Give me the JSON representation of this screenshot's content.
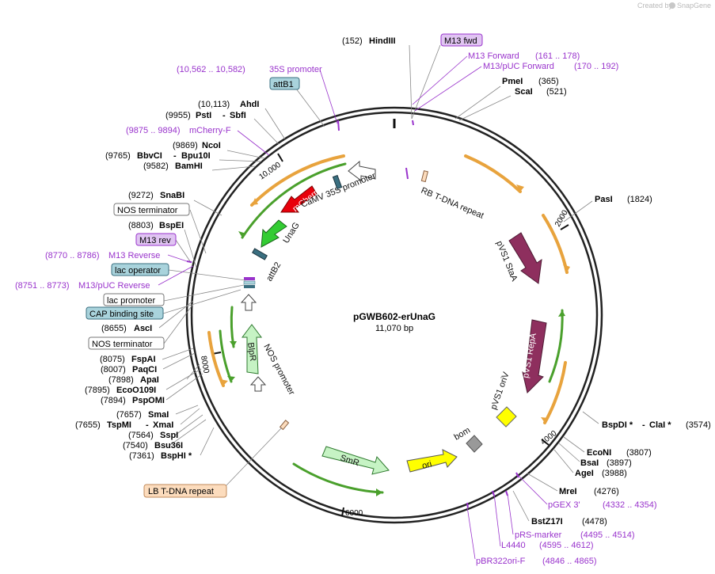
{
  "credit": {
    "prefix": "Created by",
    "brand": "SnapGene"
  },
  "plasmid": {
    "name": "pGWB602-erUnaG",
    "size_label": "11,070 bp",
    "length": 11070
  },
  "ticks": [
    "2000",
    "4000",
    "6000",
    "8000",
    "10,000"
  ],
  "colors": {
    "backbone": "#222222",
    "orange_arc": "#e8a33d",
    "green_arc": "#4aa02c",
    "primer": "#9933cc",
    "mcherry": "#e8000b",
    "unag": "#33cc33",
    "stab": "#8e2f5e",
    "ori": "#ffff00",
    "smr": "#c6f3c4",
    "bom": "#999999",
    "box_purple": "#e0c4f2",
    "box_blue": "#a9d3dc",
    "box_orange": "#fcdcbd"
  },
  "features": [
    {
      "id": "mcherry",
      "label": "mCherry",
      "color": "#e8000b",
      "text_color": "#ffffff"
    },
    {
      "id": "unag",
      "label": "UnaG",
      "color": "#33cc33",
      "text_color": "#000000"
    },
    {
      "id": "camv",
      "label": "CaMV 35S promoter",
      "color": "#ffffff",
      "text_color": "#000000"
    },
    {
      "id": "rb",
      "label": "RB T-DNA repeat",
      "color": "#fcdcbd",
      "text_color": "#000000"
    },
    {
      "id": "pvs1staa",
      "label": "pVS1 StaA",
      "color": "#8e2f5e",
      "text_color": "#000000"
    },
    {
      "id": "pvs1repa",
      "label": "pVS1 RepA",
      "color": "#8e2f5e",
      "text_color": "#ffffff"
    },
    {
      "id": "pvs1oriv",
      "label": "pVS1 oriV",
      "color": "#ffff00",
      "text_color": "#000000"
    },
    {
      "id": "bom",
      "label": "bom",
      "color": "#999999",
      "text_color": "#000000"
    },
    {
      "id": "ori",
      "label": "ori",
      "color": "#ffff00",
      "text_color": "#000000"
    },
    {
      "id": "smr",
      "label": "SmR",
      "color": "#c6f3c4",
      "text_color": "#000000"
    },
    {
      "id": "blpr",
      "label": "BlpR",
      "color": "#c6f3c4",
      "text_color": "#000000"
    },
    {
      "id": "nosprom",
      "label": "NOS promoter",
      "color": "#ffffff",
      "text_color": "#000000"
    },
    {
      "id": "attb2",
      "label": "attB2",
      "color": "#3a6f80",
      "text_color": "#000000"
    }
  ],
  "right_labels": [
    {
      "id": "hindiii",
      "pos": "(152)",
      "name": "HindIII",
      "type": "site"
    },
    {
      "id": "m13fwd",
      "name": "M13 fwd",
      "type": "box_purple"
    },
    {
      "id": "m13forward",
      "name": "M13 Forward",
      "pos": "(161 .. 178)",
      "type": "primer"
    },
    {
      "id": "m13pucfwd",
      "name": "M13/pUC Forward",
      "pos": "(170 .. 192)",
      "type": "primer"
    },
    {
      "id": "pmei",
      "name": "PmeI",
      "pos": "(365)",
      "type": "site"
    },
    {
      "id": "scai",
      "name": "ScaI",
      "pos": "(521)",
      "type": "site"
    },
    {
      "id": "pasi",
      "name": "PasI",
      "pos": "(1824)",
      "type": "site"
    },
    {
      "id": "bspdi",
      "name": "BspDI *",
      "name2": "ClaI *",
      "pos": "(3574)",
      "type": "site"
    },
    {
      "id": "econi",
      "name": "EcoNI",
      "pos": "(3807)",
      "type": "site"
    },
    {
      "id": "bsai",
      "name": "BsaI",
      "pos": "(3897)",
      "type": "site"
    },
    {
      "id": "agei",
      "name": "AgeI",
      "pos": "(3988)",
      "type": "site"
    },
    {
      "id": "mrei",
      "name": "MreI",
      "pos": "(4276)",
      "type": "site"
    },
    {
      "id": "pgex3",
      "name": "pGEX 3'",
      "pos": "(4332 .. 4354)",
      "type": "primer"
    },
    {
      "id": "bstz17i",
      "name": "BstZ17I",
      "pos": "(4478)",
      "type": "site"
    },
    {
      "id": "prsmarker",
      "name": "pRS-marker",
      "pos": "(4495 .. 4514)",
      "type": "primer"
    },
    {
      "id": "l4440",
      "name": "L4440",
      "pos": "(4595 .. 4612)",
      "type": "primer"
    },
    {
      "id": "pbr322ori",
      "name": "pBR322ori-F",
      "pos": "(4846 .. 4865)",
      "type": "primer"
    }
  ],
  "left_labels": [
    {
      "id": "35sprom",
      "pos": "(10,562 .. 10,582)",
      "name": "35S promoter",
      "type": "primer"
    },
    {
      "id": "attb1",
      "name": "attB1",
      "type": "box_blue"
    },
    {
      "id": "ahdi",
      "pos": "(10,113)",
      "name": "AhdI",
      "type": "site"
    },
    {
      "id": "psti",
      "pos": "(9955)",
      "name": "PstI",
      "name2": "SbfI",
      "type": "site"
    },
    {
      "id": "mcherryf",
      "pos": "(9875 .. 9894)",
      "name": "mCherry-F",
      "type": "primer"
    },
    {
      "id": "ncoi",
      "pos": "(9869)",
      "name": "NcoI",
      "type": "site"
    },
    {
      "id": "bbvci",
      "pos": "(9765)",
      "name": "BbvCI",
      "name2": "Bpu10I",
      "type": "site"
    },
    {
      "id": "bamhi",
      "pos": "(9582)",
      "name": "BamHI",
      "type": "site"
    },
    {
      "id": "snabi",
      "pos": "(9272)",
      "name": "SnaBI",
      "type": "site"
    },
    {
      "id": "nosterm1",
      "name": "NOS terminator",
      "type": "box_white"
    },
    {
      "id": "bspei",
      "pos": "(8803)",
      "name": "BspEI",
      "type": "site"
    },
    {
      "id": "m13rev",
      "name": "M13 rev",
      "type": "box_purple"
    },
    {
      "id": "m13reverse",
      "pos": "(8770 .. 8786)",
      "name": "M13 Reverse",
      "type": "primer"
    },
    {
      "id": "lacop",
      "name": "lac operator",
      "type": "box_blue"
    },
    {
      "id": "m13pucrev",
      "pos": "(8751 .. 8773)",
      "name": "M13/pUC Reverse",
      "type": "primer"
    },
    {
      "id": "lacprom",
      "name": "lac promoter",
      "type": "box_white"
    },
    {
      "id": "cap",
      "name": "CAP binding site",
      "type": "box_blue"
    },
    {
      "id": "asci",
      "pos": "(8655)",
      "name": "AscI",
      "type": "site"
    },
    {
      "id": "nosterm2",
      "name": "NOS terminator",
      "type": "box_white"
    },
    {
      "id": "fspai",
      "pos": "(8075)",
      "name": "FspAI",
      "type": "site"
    },
    {
      "id": "paqci",
      "pos": "(8007)",
      "name": "PaqCI",
      "type": "site"
    },
    {
      "id": "apai",
      "pos": "(7898)",
      "name": "ApaI",
      "type": "site"
    },
    {
      "id": "ecoo109i",
      "pos": "(7895)",
      "name": "EcoO109I",
      "type": "site"
    },
    {
      "id": "pspomi",
      "pos": "(7894)",
      "name": "PspOMI",
      "type": "site"
    },
    {
      "id": "smai",
      "pos": "(7657)",
      "name": "SmaI",
      "type": "site"
    },
    {
      "id": "tspmi",
      "pos": "(7655)",
      "name": "TspMI",
      "name2": "XmaI",
      "type": "site"
    },
    {
      "id": "sspi",
      "pos": "(7564)",
      "name": "SspI",
      "type": "site"
    },
    {
      "id": "bsu36i",
      "pos": "(7540)",
      "name": "Bsu36I",
      "type": "site"
    },
    {
      "id": "bsphi",
      "pos": "(7361)",
      "name": "BspHI *",
      "type": "site"
    },
    {
      "id": "lbtdna",
      "name": "LB T-DNA repeat",
      "type": "box_orange"
    }
  ]
}
